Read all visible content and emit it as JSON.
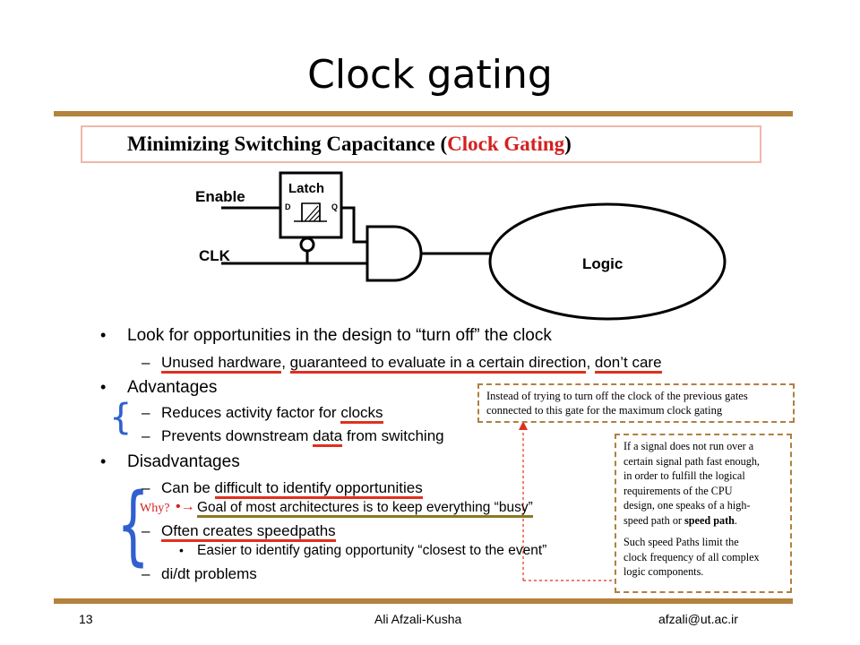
{
  "slide": {
    "title": "Clock gating",
    "heading_prefix": "Minimizing Switching Capacitance (",
    "heading_highlight": "Clock Gating",
    "heading_suffix": ")"
  },
  "diagram": {
    "enable": "Enable",
    "clk": "CLK",
    "latch": "Latch",
    "d": "D",
    "q": "Q",
    "logic": "Logic"
  },
  "bullets": {
    "b1": "Look for opportunities in the design to “turn off” the clock",
    "b1_sub": {
      "part1": "Unused hardware",
      "sep1": ", ",
      "part2": "guaranteed to evaluate in a certain direction",
      "sep2": ", ",
      "part3": "don’t care"
    },
    "b2": "Advantages",
    "b2_sub1_pre": "Reduces activity factor for ",
    "b2_sub1_ul": "clocks",
    "b2_sub2_pre": "Prevents downstream ",
    "b2_sub2_ul": "data",
    "b2_sub2_post": " from switching",
    "b3": "Disadvantages",
    "b3_sub1_pre": "Can be ",
    "b3_sub1_ul": "difficult to identify opportunities",
    "why": "Why?",
    "goal": "Goal of most architectures is to keep everything “busy”",
    "b3_sub2": "Often creates speedpaths",
    "b3_sub2_sub": "Easier to identify gating opportunity “closest to the event”",
    "b3_sub3": "di/dt problems"
  },
  "notes": {
    "top_l1": "Instead of trying to turn off the clock of the previous gates",
    "top_l2": "connected to this gate for the maximum clock gating",
    "side_l1": "If a signal does not run over a",
    "side_l2": "certain signal path fast enough,",
    "side_l3": "in order to fulfill the logical",
    "side_l4": "requirements of the CPU",
    "side_l5": "design, one speaks of a high-",
    "side_l6_pre": "speed path or ",
    "side_l6_bold": "speed path",
    "side_l6_post": ".",
    "side_l7": "Such speed Paths limit the",
    "side_l8": "clock frequency of all complex",
    "side_l9": "logic components."
  },
  "footer": {
    "page": "13",
    "author": "Ali Afzali-Kusha",
    "email": "afzali@ut.ac.ir"
  },
  "colors": {
    "accent_rule": "#b3823c",
    "highlight_red": "#d42020",
    "underline_red": "#e0301e",
    "underline_olive": "#8a7a20",
    "brace_blue": "#3060d0"
  }
}
